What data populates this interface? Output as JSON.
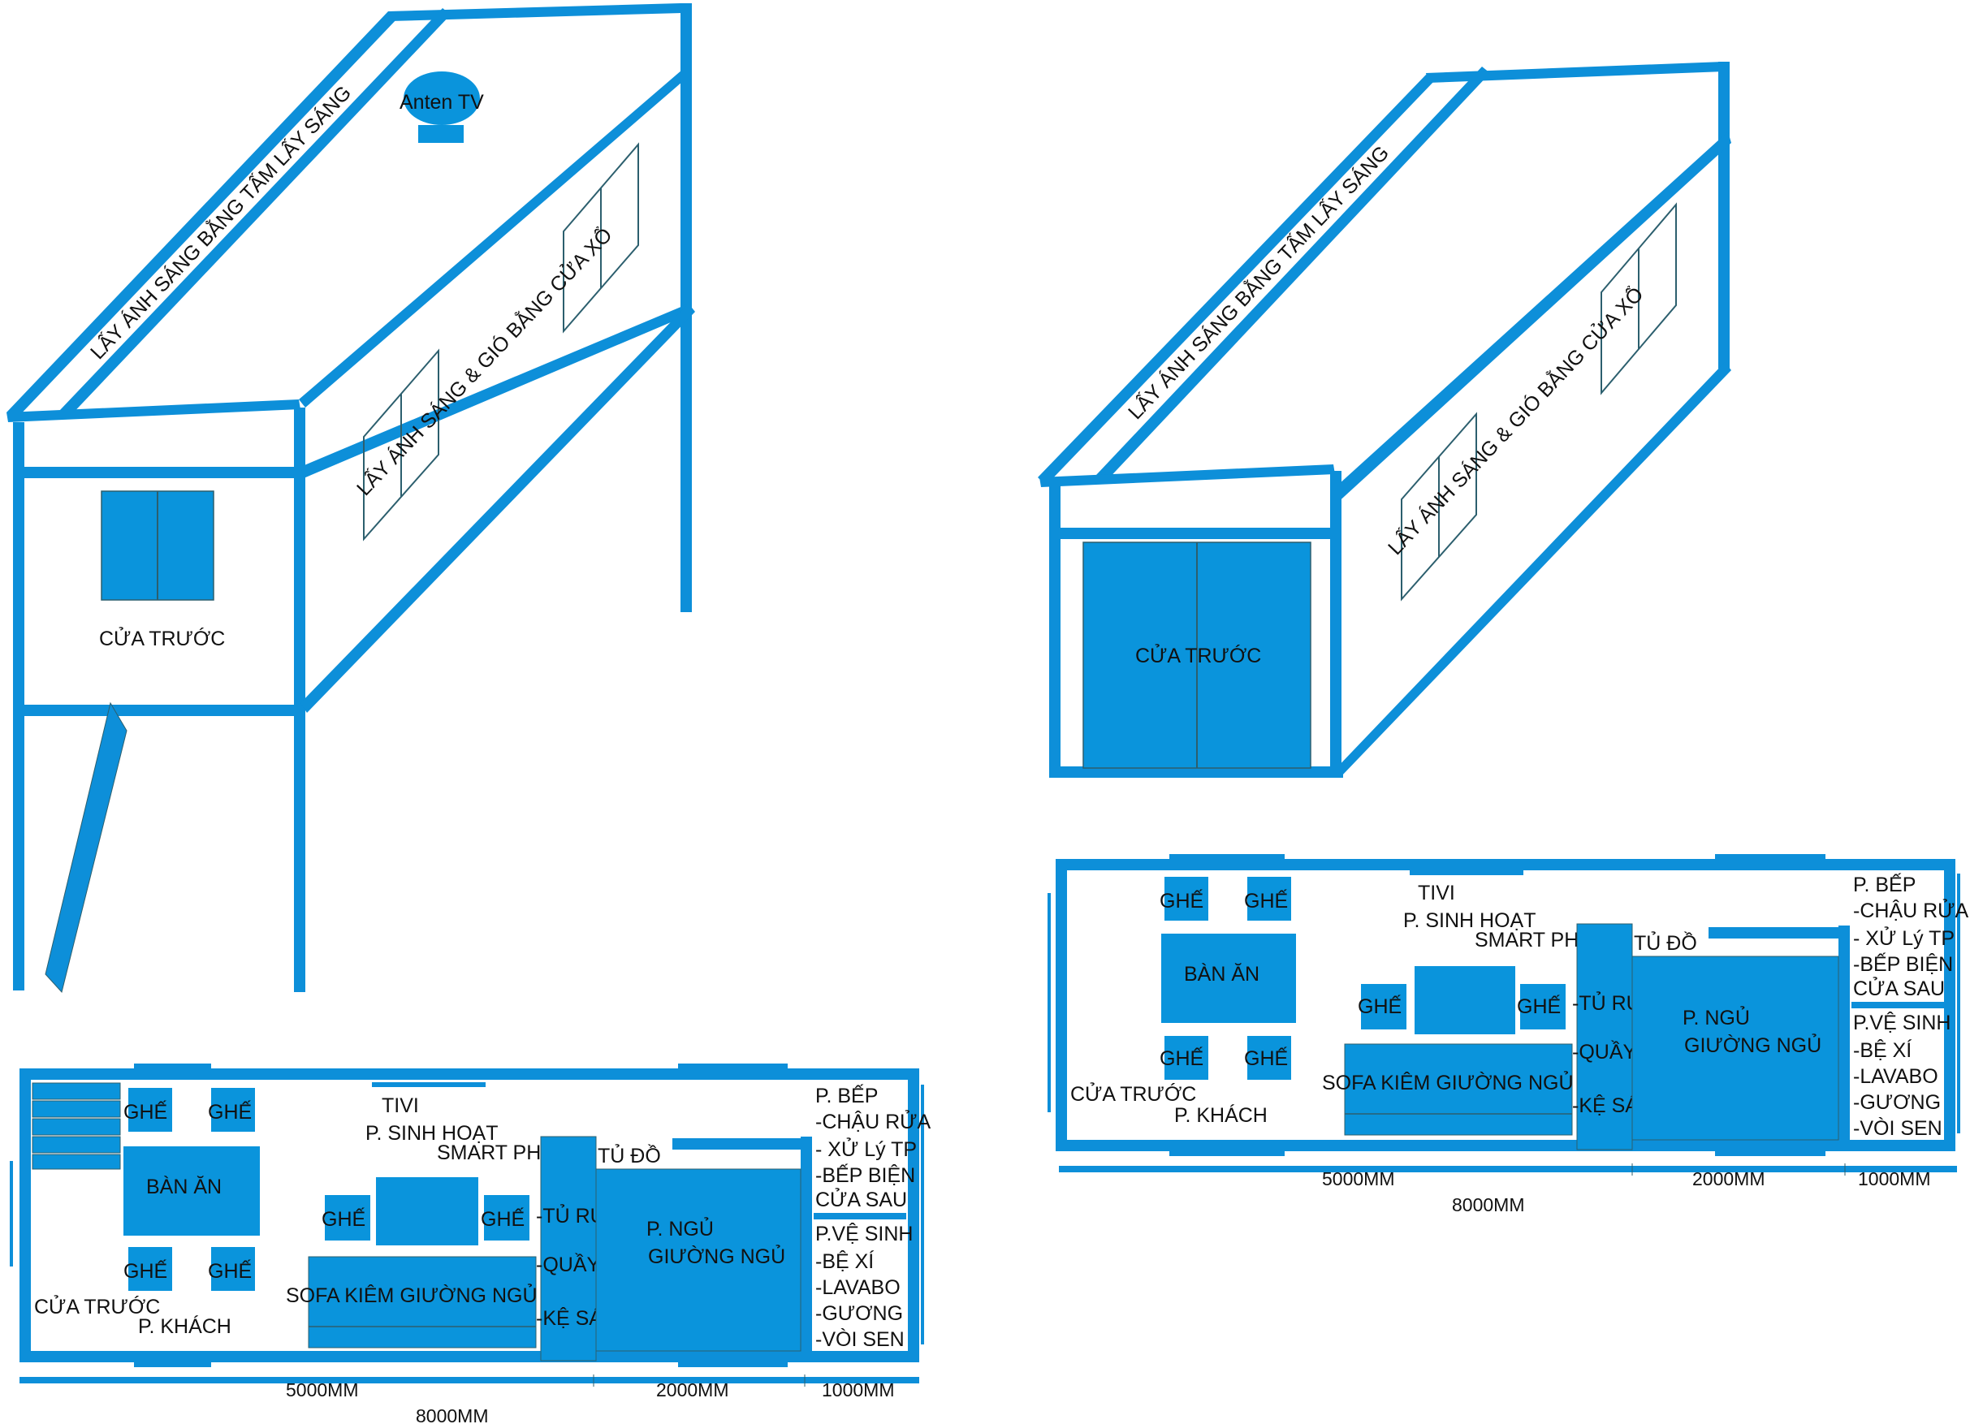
{
  "colors": {
    "frame_blue": "#0d8fd9",
    "furniture_blue": "#0a94dc",
    "window_line": "#2c5f6e",
    "text": "#111111",
    "background": "#ffffff"
  },
  "left_3d": {
    "roof_text": "LẤY ÁNH SÁNG BẰNG TẤM LẤY SÁNG",
    "antenna": "Anten TV",
    "side_text": "LẤY ÁNH SÁNG & GIÓ  BẰNG CỬA XỔ",
    "front_door": "CỬA TRƯỚC"
  },
  "right_3d": {
    "roof_text": "LẤY ÁNH SÁNG BẰNG TẤM LẤY SÁNG",
    "side_text": "LẤY ÁNH SÁNG & GIÓ  BẰNG CỬA XỔ",
    "front_door": "CỬA TRƯỚC"
  },
  "floor_plan": {
    "chair": "GHẾ",
    "dining_table": "BÀN ĂN",
    "front_door": "CỬA TRƯỚC",
    "guest_room": "P. KHÁCH",
    "tv": "TIVI",
    "living_room": "P. SINH HOẠT",
    "smart_phone": "SMART PHONE",
    "wardrobe": "TỦ ĐỒ",
    "wine_cabinet": "-TỦ RƯỢU",
    "bar_counter": "-QUẦY BAR",
    "bookshelf": "-KỆ SÁCH",
    "sofa_bed": "SOFA KIÊM GIƯỜNG NGỦ",
    "bedroom": "P. NGỦ",
    "bed": "GIƯỜNG NGỦ",
    "kitchen": "P. BẾP",
    "kitchen_items": [
      "-CHẬU RỬA",
      "- XỬ Lý TP",
      "-BẾP BIỆN"
    ],
    "back_door": "CỬA SAU",
    "bathroom": "P.VỆ SINH",
    "bathroom_items": [
      "-BỆ XÍ",
      "-LAVABO",
      "-GƯƠNG",
      "-VÒI SEN"
    ],
    "dim_living": "5000MM",
    "dim_bedroom": "2000MM",
    "dim_service": "1000MM",
    "dim_total": "8000MM"
  }
}
